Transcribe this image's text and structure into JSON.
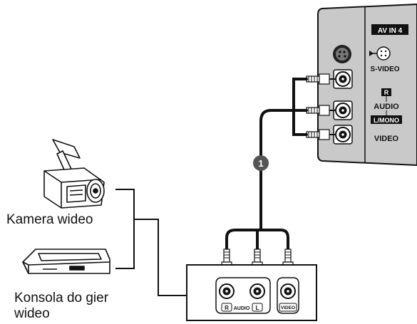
{
  "tv_panel": {
    "header": "AV IN 4",
    "svideo": "S-VIDEO",
    "r_badge": "R",
    "audio": "AUDIO",
    "lmono": "L/MONO",
    "video": "VIDEO"
  },
  "callout_number": "1",
  "devices": {
    "camera_label": "Kamera wideo",
    "console_label_line1": "Konsola do gier",
    "console_label_line2": "wideo"
  },
  "device_panel": {
    "r": "R",
    "audio": "AUDIO",
    "l": "L",
    "video": "VIDEO"
  },
  "colors": {
    "tv_panel_fill": "#c9c9c9",
    "line": "#111111",
    "callout_fill": "#555555"
  }
}
